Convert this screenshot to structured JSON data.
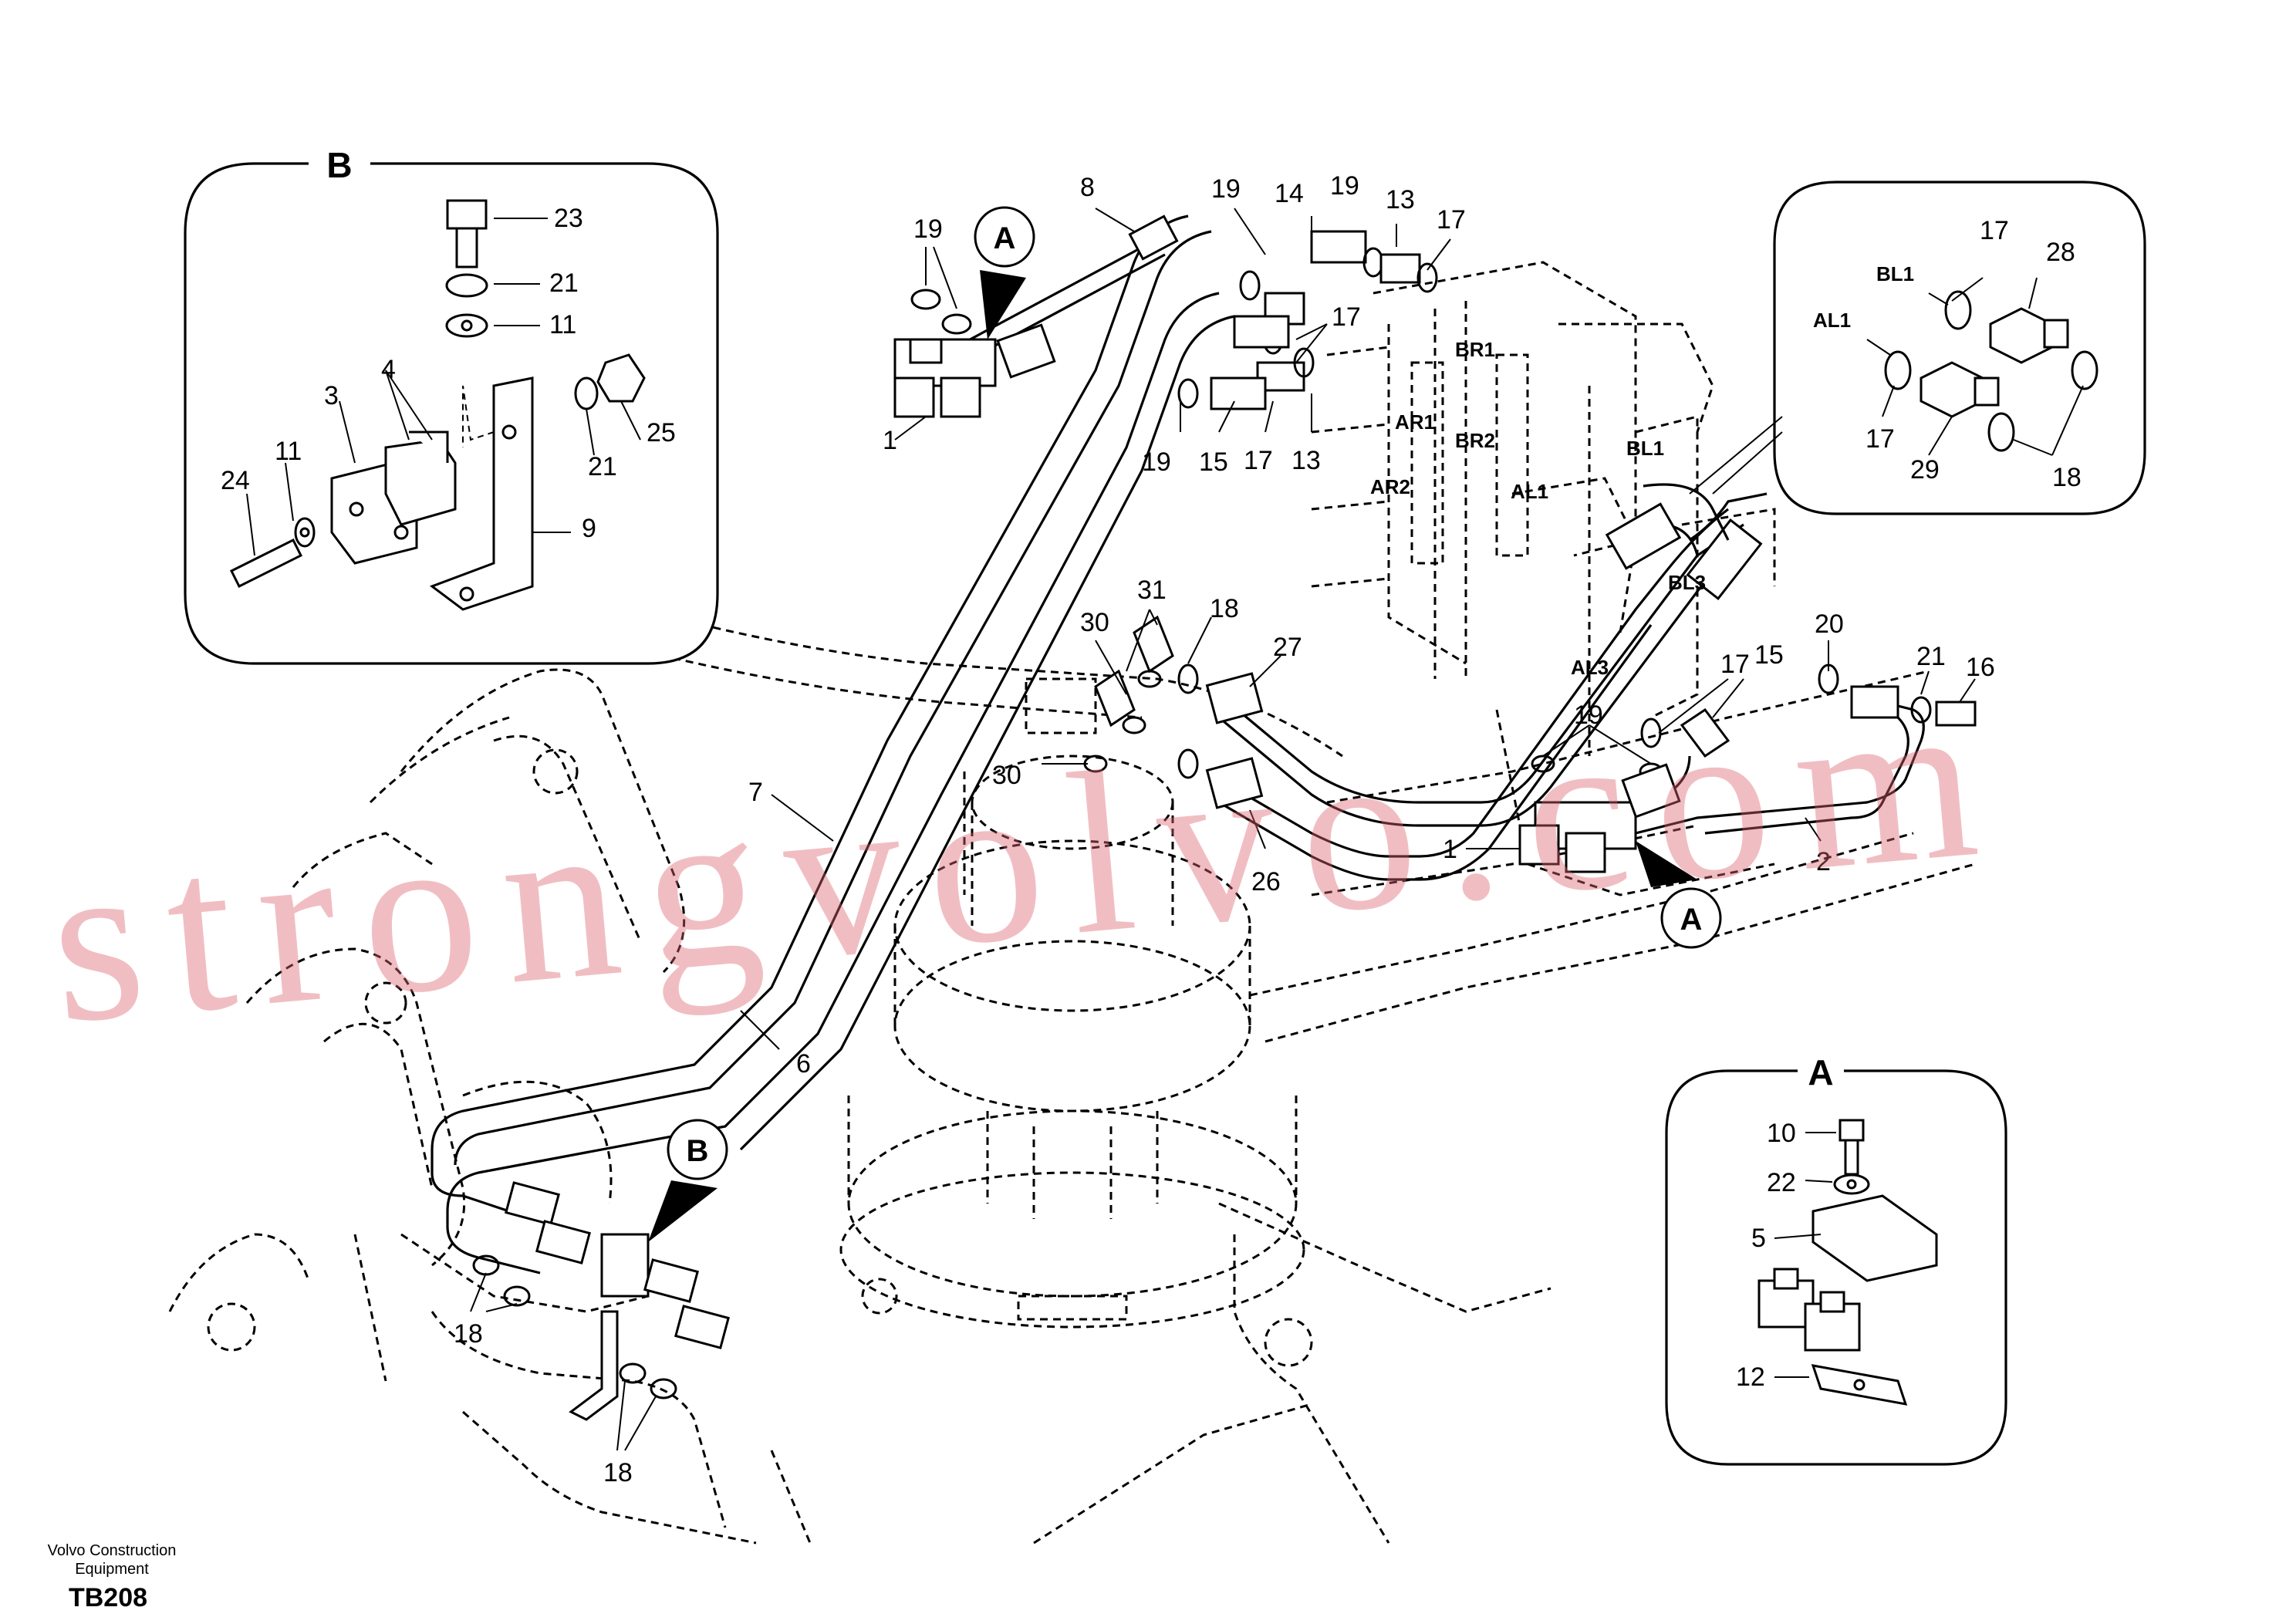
{
  "insets": {
    "B": {
      "title": "B",
      "labels": [
        "23",
        "21",
        "11",
        "4",
        "3",
        "11",
        "24",
        "21",
        "25",
        "9"
      ]
    },
    "top_right": {
      "labels": [
        "17",
        "28",
        "BL1",
        "AL1",
        "17",
        "29",
        "18"
      ]
    },
    "A": {
      "title": "A",
      "labels": [
        "10",
        "22",
        "5",
        "12"
      ]
    }
  },
  "callouts": {
    "A": "A",
    "B": "B"
  },
  "main_labels": {
    "l8": "8",
    "l19a": "19",
    "l19b": "19",
    "l14": "14",
    "l19c": "19",
    "l13a": "13",
    "l17a": "17",
    "l17b": "17",
    "l1a": "1",
    "l19d": "19",
    "l15a": "15",
    "l17c": "17",
    "l13b": "13",
    "l31": "31",
    "l30a": "30",
    "l18a": "18",
    "l27": "27",
    "l30b": "30",
    "l7": "7",
    "l26": "26",
    "l6": "6",
    "l18b": "18",
    "l18c": "18",
    "l20": "20",
    "l21": "21",
    "l16": "16",
    "l17d": "17",
    "l15b": "15",
    "l19e": "19",
    "l1b": "1",
    "l2": "2"
  },
  "ports": [
    "AR1",
    "BR1",
    "AR2",
    "BR2",
    "AL1",
    "BL1",
    "BL3",
    "AL3"
  ],
  "watermark": "strongvolvo.com",
  "footer": {
    "company_line1": "Volvo Construction",
    "company_line2": "Equipment",
    "code": "TB208"
  }
}
